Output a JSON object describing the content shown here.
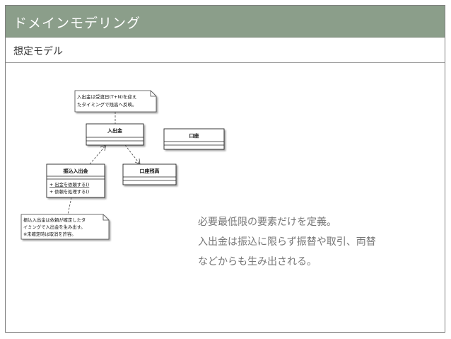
{
  "header": {
    "title": "ドメインモデリング"
  },
  "section": {
    "subtitle": "想定モデル"
  },
  "diagram": {
    "note_top": {
      "lines": [
        "入出金は受渡日(T+N)を迎え",
        "たタイミングで残高へ反映。"
      ]
    },
    "class_nyushukkin": {
      "name": "入出金"
    },
    "class_koza": {
      "name": "口座"
    },
    "class_furikomi": {
      "name": "振込入出金",
      "operations": [
        "+ 出金を依頼する()",
        "+ 依頼を処理する()"
      ]
    },
    "class_zandaka": {
      "name": "口座残高"
    },
    "note_bottom": {
      "lines": [
        "振込入出金は依頼が確定したタ",
        "イミングで入出金を生み出す。",
        "※未確定時は取消を許容。"
      ]
    }
  },
  "description": {
    "lines": [
      "必要最低限の要素だけを定義。",
      "入出金は振込に限らず振替や取引、両替",
      "などからも生み出される。"
    ]
  }
}
